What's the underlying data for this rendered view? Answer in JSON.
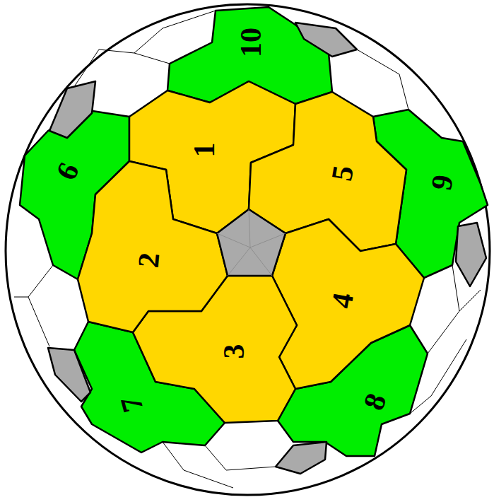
{
  "diagram": {
    "labels": [
      "10",
      "1",
      "5",
      "6",
      "9",
      "2",
      "4",
      "3",
      "7",
      "8"
    ]
  }
}
